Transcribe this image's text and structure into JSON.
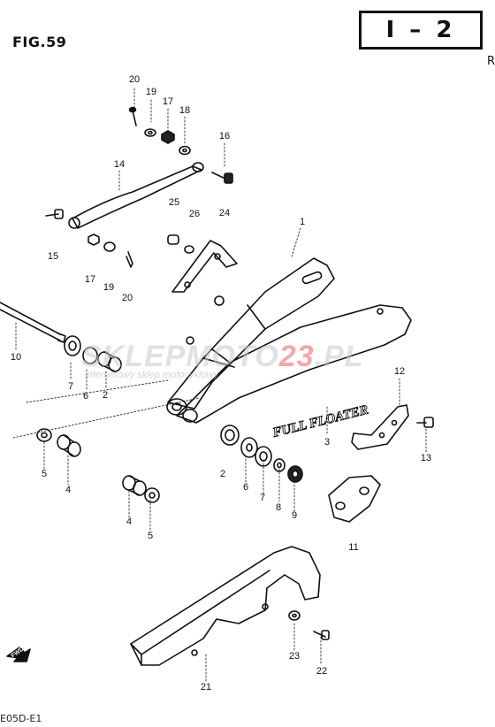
{
  "header": {
    "figure_label": "FIG.59",
    "section_code": "I – 2",
    "edge_mark": "R"
  },
  "footer": {
    "code": "E05D-E1"
  },
  "watermark": {
    "brand_start": "SKLEP",
    "brand_mid": "MOTO",
    "brand_accent": "23",
    "brand_end": ".PL",
    "tagline": "internetowy sklep motocyklowy"
  },
  "decals": {
    "swingarm_decal": "FULL FLOATER"
  },
  "callouts": [
    {
      "id": "c20a",
      "text": "20"
    },
    {
      "id": "c19a",
      "text": "19"
    },
    {
      "id": "c17a",
      "text": "17"
    },
    {
      "id": "c18",
      "text": "18"
    },
    {
      "id": "c16",
      "text": "16"
    },
    {
      "id": "c14",
      "text": "14"
    },
    {
      "id": "c25",
      "text": "25"
    },
    {
      "id": "c26",
      "text": "26"
    },
    {
      "id": "c24",
      "text": "24"
    },
    {
      "id": "c1",
      "text": "1"
    },
    {
      "id": "c15",
      "text": "15"
    },
    {
      "id": "c17b",
      "text": "17"
    },
    {
      "id": "c19b",
      "text": "19"
    },
    {
      "id": "c20b",
      "text": "20"
    },
    {
      "id": "c10",
      "text": "10"
    },
    {
      "id": "c7a",
      "text": "7"
    },
    {
      "id": "c6a",
      "text": "6"
    },
    {
      "id": "c2a",
      "text": "2"
    },
    {
      "id": "c12",
      "text": "12"
    },
    {
      "id": "c3",
      "text": "3"
    },
    {
      "id": "c13",
      "text": "13"
    },
    {
      "id": "c5a",
      "text": "5"
    },
    {
      "id": "c4a",
      "text": "4"
    },
    {
      "id": "c2b",
      "text": "2"
    },
    {
      "id": "c6b",
      "text": "6"
    },
    {
      "id": "c7b",
      "text": "7"
    },
    {
      "id": "c8",
      "text": "8"
    },
    {
      "id": "c9",
      "text": "9"
    },
    {
      "id": "c4b",
      "text": "4"
    },
    {
      "id": "c5b",
      "text": "5"
    },
    {
      "id": "c11",
      "text": "11"
    },
    {
      "id": "c23",
      "text": "23"
    },
    {
      "id": "c22",
      "text": "22"
    },
    {
      "id": "c21",
      "text": "21"
    },
    {
      "id": "cfwd",
      "text": "FWD"
    }
  ]
}
